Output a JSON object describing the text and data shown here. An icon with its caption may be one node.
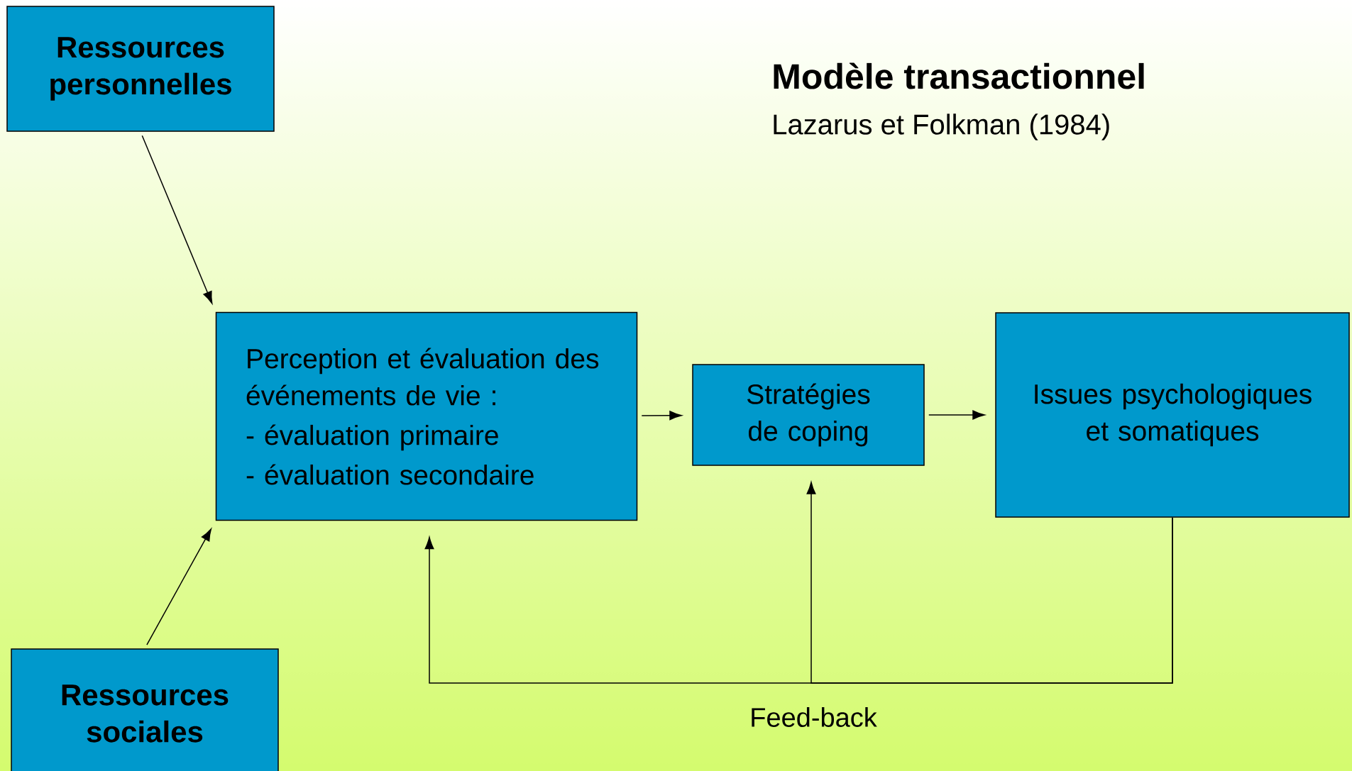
{
  "diagram": {
    "title": "Modèle transactionnel",
    "nodes": [
      {
        "text": [
          "Ressources personnelles"
        ]
      },
      {
        "text": [
          "Perception et évaluation des événements de vie :",
          "- évaluation primaire",
          "- évaluation secondaire"
        ]
      },
      {
        "text": [
          "Stratégies de coping"
        ]
      },
      {
        "text": [
          "Issues psychologiques et somatiques"
        ]
      },
      {
        "text": [
          "Ressources sociales"
        ]
      }
    ],
    "edges": [
      {
        "from": 0,
        "to": 1,
        "arrow": "to"
      },
      {
        "from": 4,
        "to": 1,
        "arrow": "to"
      },
      {
        "from": 1,
        "to": 2,
        "arrow": "to"
      },
      {
        "from": 2,
        "to": 3,
        "arrow": "to"
      },
      {
        "from": 3,
        "to": 1,
        "arrow": "to"
      },
      {
        "from": 3,
        "to": 2,
        "arrow": "to"
      }
    ],
    "labels": [
      "Lazarus et Folkman (1984)",
      "Feed-back"
    ]
  }
}
